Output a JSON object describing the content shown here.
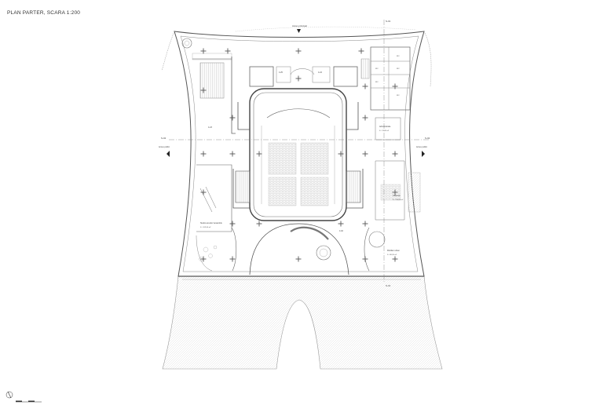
{
  "sheet": {
    "title": "PLAN PARTER, SCARA 1:200"
  },
  "labels": {
    "entrance_main": "Acces principal",
    "section_left": "S-02",
    "section_right": "S-02",
    "section_top": "S-01",
    "section_bottom": "S-01",
    "access_left": "Acces public",
    "access_right": "Acces public",
    "room_foyer_left": "4.23",
    "room_small_1": "4.24",
    "room_small_2": "4.25",
    "room_office": "Administratie",
    "room_office_area": "S - 12,20 m²",
    "room_studio_left": "Studio acustic/ ansamblu",
    "room_studio_left_area": "S - 102,00 m²",
    "room_lobby": "4.02",
    "room_cafe": "Cafenea",
    "room_cafe_area": "S - 120,00 m²",
    "room_bottom_right": "Mobilier urban",
    "room_bottom_right_area": "S - 80,20 m²",
    "room_tr_1": "WC",
    "room_tr_2": "WC",
    "room_tr_3": "WC",
    "room_tr_4": "WC",
    "room_tr_5": "WC"
  },
  "colors": {
    "line": "#555555",
    "light": "#9a9a9a",
    "hatch": "#cfcfcf"
  }
}
